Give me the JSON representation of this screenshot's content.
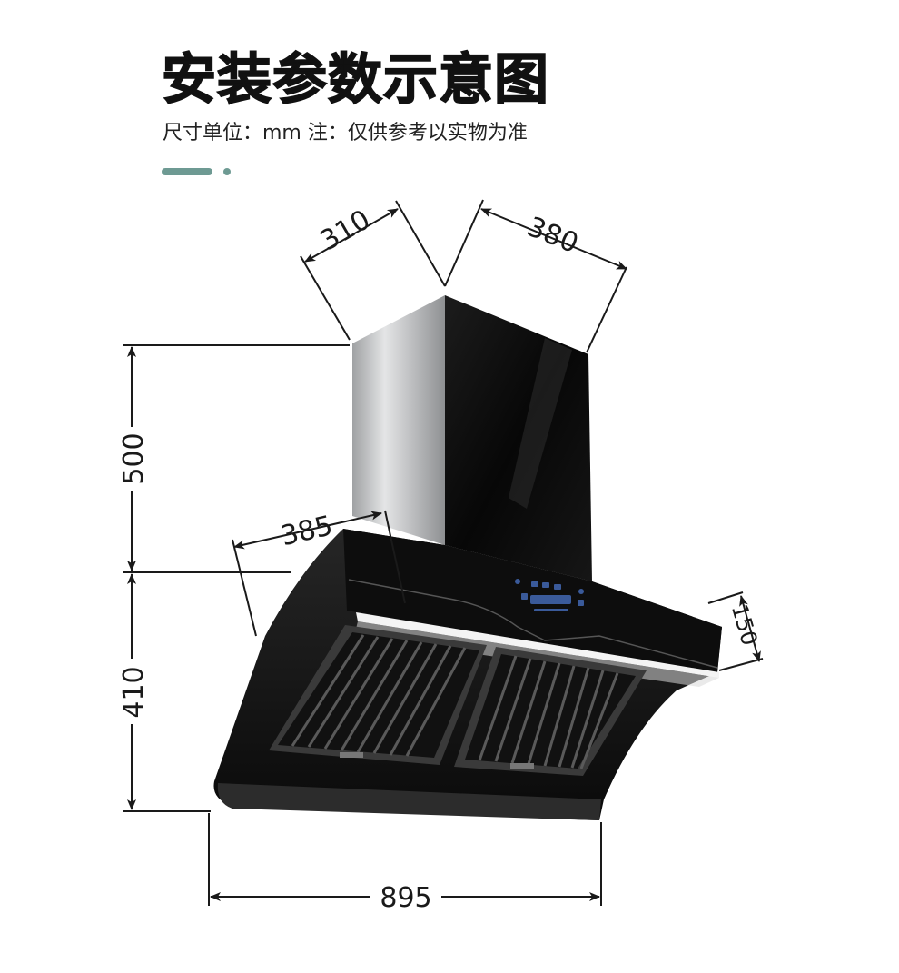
{
  "header": {
    "title": "安装参数示意图",
    "subtitle": "尺寸单位：mm  注：仅供参考以实物为准"
  },
  "colors": {
    "accent": "#6e9a93",
    "ink": "#1a1a1a",
    "glass": "#0c0c0c",
    "steel": "#b9babc",
    "light_strip": "#f4f4f4"
  },
  "dimensions": {
    "chimney_depth": "310",
    "chimney_width": "380",
    "chimney_height": "500",
    "panel_depth": "385",
    "hood_height": "410",
    "front_height": "150",
    "overall_width": "895"
  }
}
